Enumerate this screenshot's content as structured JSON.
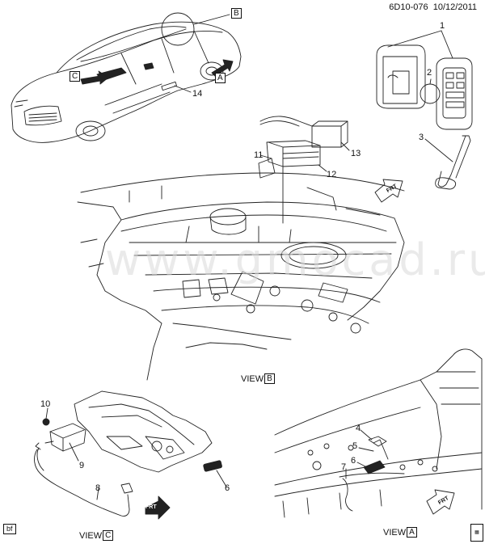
{
  "header": {
    "doc_id": "6D10-076",
    "date": "10/12/2011"
  },
  "watermark": "www.gmocad.ru",
  "callouts": [
    {
      "id": "c1",
      "text": "1"
    },
    {
      "id": "c2",
      "text": "2"
    },
    {
      "id": "c3",
      "text": "3"
    },
    {
      "id": "c4",
      "text": "4"
    },
    {
      "id": "c5",
      "text": "5"
    },
    {
      "id": "c6a",
      "text": "6"
    },
    {
      "id": "c6b",
      "text": "6"
    },
    {
      "id": "c7",
      "text": "7"
    },
    {
      "id": "c8",
      "text": "8"
    },
    {
      "id": "c9",
      "text": "9"
    },
    {
      "id": "c10",
      "text": "10"
    },
    {
      "id": "c11",
      "text": "11"
    },
    {
      "id": "c12",
      "text": "12"
    },
    {
      "id": "c13",
      "text": "13"
    },
    {
      "id": "c14",
      "text": "14"
    }
  ],
  "view_refs": {
    "a": "A",
    "b": "B",
    "c": "C"
  },
  "views": {
    "b": {
      "prefix": "VIEW",
      "letter": "B"
    },
    "c": {
      "prefix": "VIEW",
      "letter": "C"
    },
    "a": {
      "prefix": "VIEW",
      "letter": "A"
    }
  },
  "frt_label": "FRT",
  "corner_tag": "bf",
  "icons": [
    "front-arrow-icon",
    "view-arrow-icon",
    "corner-logo-icon"
  ]
}
